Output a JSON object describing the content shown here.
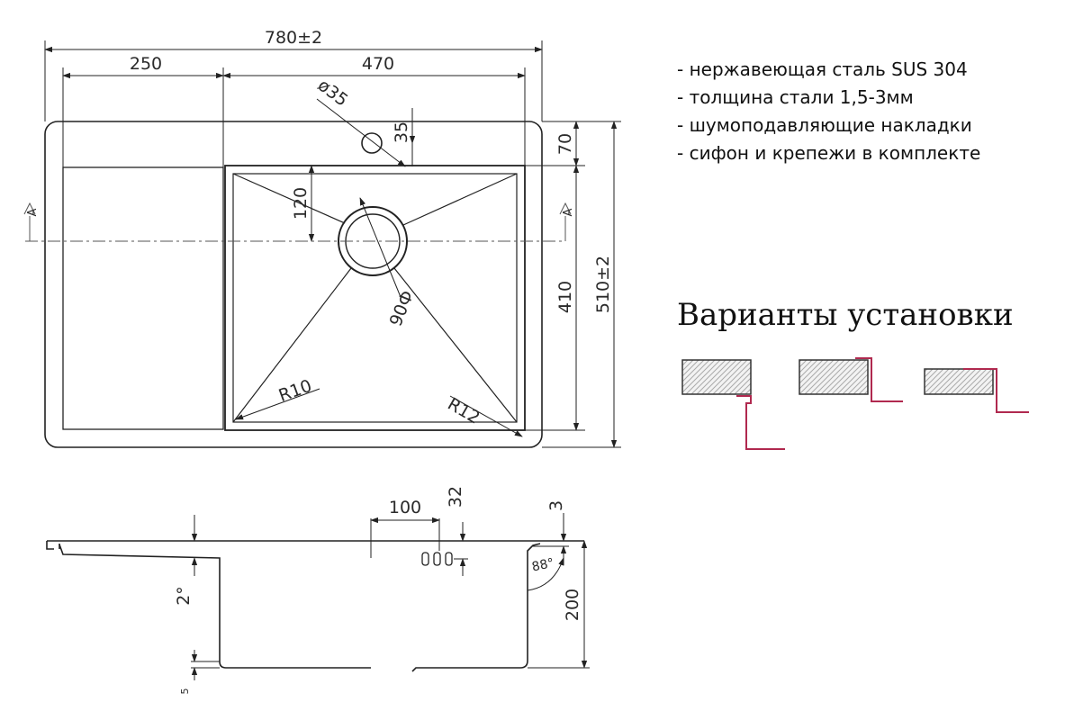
{
  "top_view": {
    "overall_width": "780±2",
    "drainboard_width": "250",
    "bowl_width": "470",
    "overall_depth": "510±2",
    "bowl_depth": "410",
    "front_rim": "70",
    "tap_hole_diameter": "ø35",
    "tap_hole_offset": "35",
    "drain_offset": "120",
    "drain_diameter": "90Ф",
    "corner_radius_left": "R10",
    "corner_radius_right": "R12",
    "section_marker": "A"
  },
  "side_view": {
    "rim_thickness": "3",
    "overflow_offset": "100",
    "overflow_height": "32",
    "slope": "2°",
    "bowl_height": "200",
    "wall_angle": "88°",
    "bottom_step": "5"
  },
  "specs": [
    "- нержавеющая сталь SUS 304",
    "- толщина стали 1,5-3мм",
    "- шумоподавляющие накладки",
    "- сифон и крепежи в комплекте"
  ],
  "installation": {
    "title": "Варианты установки",
    "options_count": 3,
    "line_color": "#b0294f"
  }
}
